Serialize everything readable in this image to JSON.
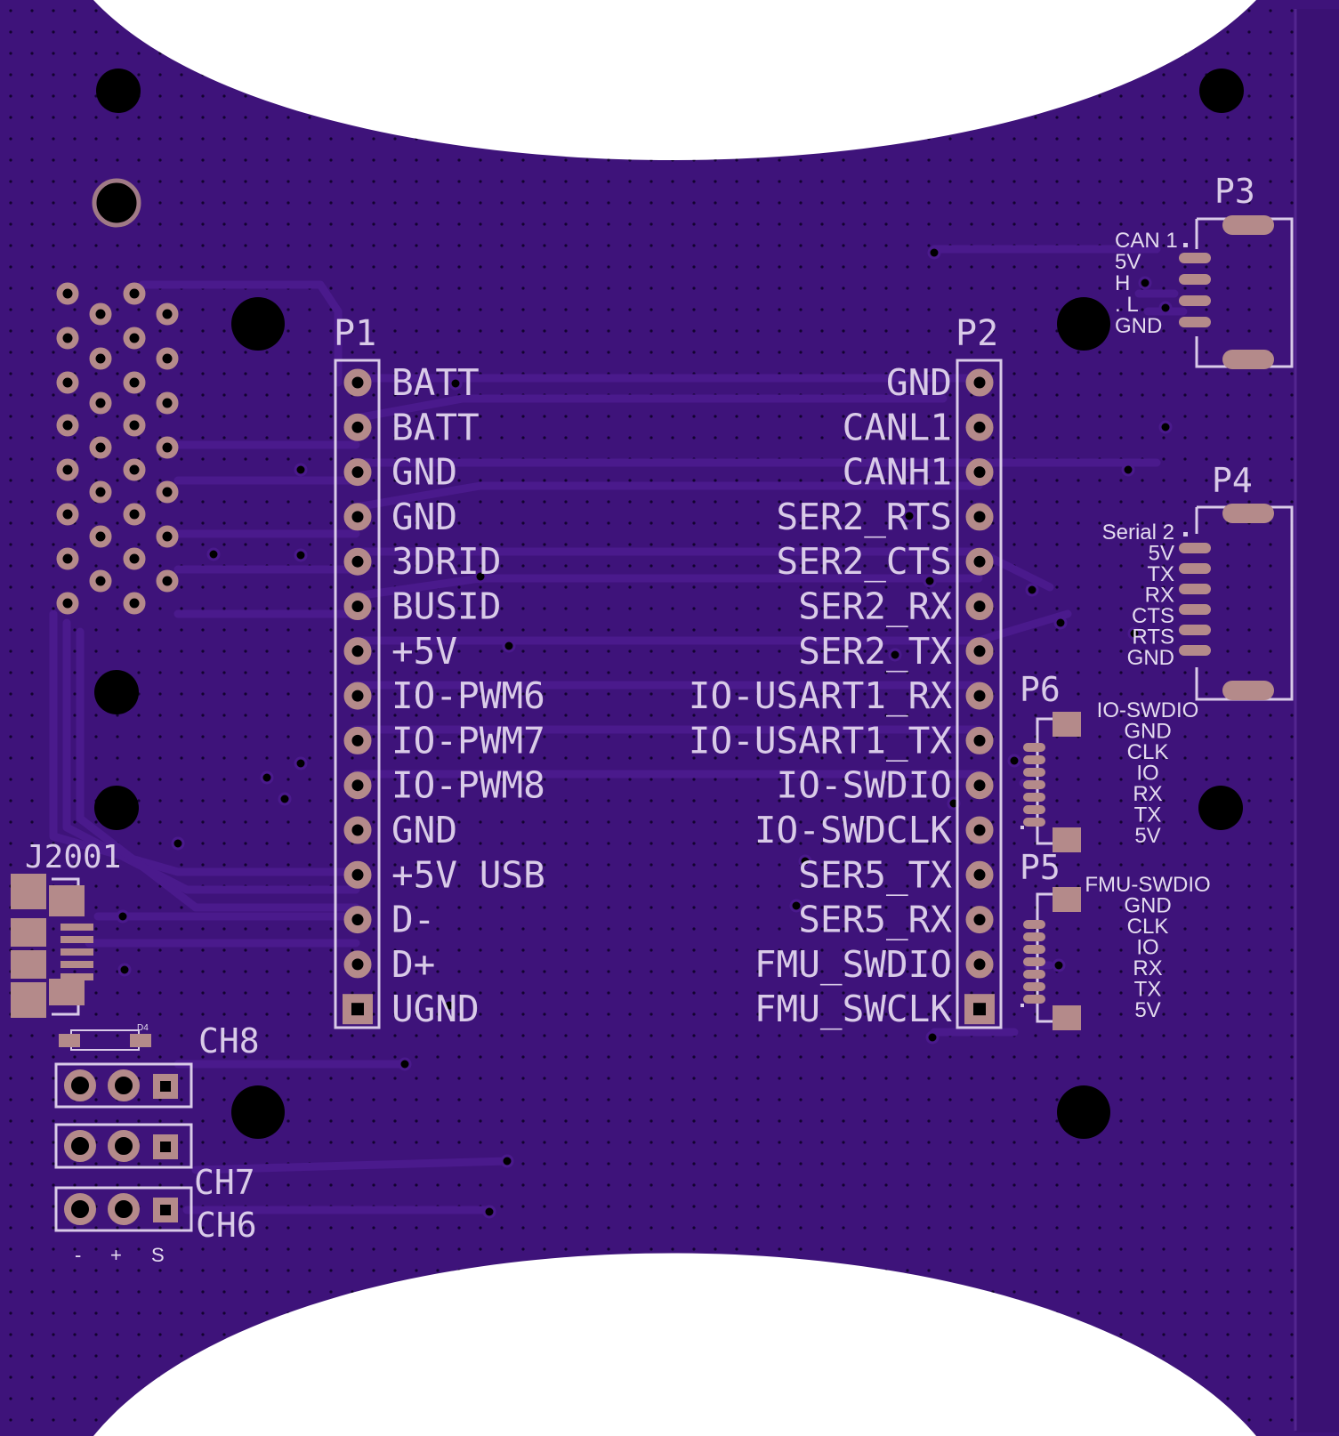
{
  "board": {
    "colors": {
      "substrate": "#3e137a",
      "trace": "#4a1a8c",
      "silkscreen": "#d9cbe8",
      "copper_pad": "#b48a8a",
      "hole": "#000000",
      "background": "#ffffff"
    }
  },
  "connectors": {
    "p1": {
      "ref": "P1",
      "pins": [
        "BATT",
        "BATT",
        "GND",
        "GND",
        "3DRID",
        "BUSID",
        "+5V",
        "IO-PWM6",
        "IO-PWM7",
        "IO-PWM8",
        "GND",
        "+5V USB",
        "D-",
        "D+",
        "UGND"
      ]
    },
    "p2": {
      "ref": "P2",
      "pins": [
        "GND",
        "CANL1",
        "CANH1",
        "SER2_RTS",
        "SER2_CTS",
        "SER2_RX",
        "SER2_TX",
        "IO-USART1_RX",
        "IO-USART1_TX",
        "IO-SWDIO",
        "IO-SWDCLK",
        "SER5_TX",
        "SER5_RX",
        "FMU_SWDIO",
        "FMU_SWCLK"
      ]
    },
    "p3": {
      "ref": "P3",
      "pins": [
        "CAN 1",
        "5V",
        "H",
        ". L",
        "GND"
      ]
    },
    "p4": {
      "ref": "P4",
      "pins": [
        "Serial 2",
        "5V",
        "TX",
        "RX",
        "CTS",
        "RTS",
        "GND"
      ]
    },
    "p6": {
      "ref": "P6",
      "pins": [
        "IO-SWDIO",
        "GND",
        "CLK",
        "IO",
        "RX",
        "TX",
        "5V"
      ]
    },
    "p5": {
      "ref": "P5",
      "pins": [
        "FMU-SWDIO",
        "GND",
        "CLK",
        "IO",
        "RX",
        "TX",
        "5V"
      ]
    },
    "j2001": {
      "ref": "J2001"
    },
    "d4": {
      "ref": "D4"
    },
    "servo": {
      "ch8": "CH8",
      "ch7": "CH7",
      "ch6": "CH6",
      "pin_labels": [
        "-",
        "+",
        "S"
      ]
    }
  }
}
